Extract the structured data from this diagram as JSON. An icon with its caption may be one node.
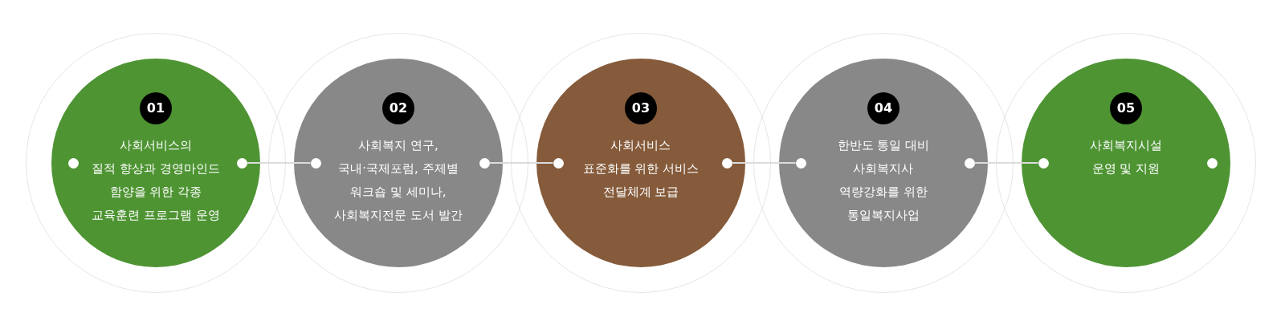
{
  "diagram": {
    "nodes": [
      {
        "text": [],
        "shape": "circle"
      },
      {
        "text": [
          "01",
          "사회서비스의 질적 향상과 경영마인드 함양을 위한 각종 교육훈련 프로그램 운영"
        ],
        "in": 0
      },
      {
        "text": [],
        "shape": "circle",
        "in": 1
      },
      {
        "text": [],
        "shape": "circle",
        "in": 1
      },
      {
        "text": [],
        "shape": "circle"
      },
      {
        "text": [
          "02",
          "사회복지 연구, 국내·국제포럼, 주제별 워크숍 및 세미나, 사회복지전문 도서 발간"
        ],
        "in": 4
      },
      {
        "text": [],
        "shape": "circle",
        "in": 5
      },
      {
        "text": [],
        "shape": "circle",
        "in": 5
      },
      {
        "text": [],
        "shape": "circle"
      },
      {
        "text": [
          "03",
          "사회서비스 표준화를 위한 서비스 전달체계 보급"
        ],
        "in": 8
      },
      {
        "text": [],
        "shape": "circle",
        "in": 9
      },
      {
        "text": [],
        "shape": "circle",
        "in": 9
      },
      {
        "text": [],
        "shape": "circle"
      },
      {
        "text": [
          "04",
          "한반도 통일 대비 사회복지사 역량강화를 위한 통일복지사업"
        ],
        "in": 12
      },
      {
        "text": [],
        "shape": "circle",
        "in": 13
      },
      {
        "text": [],
        "shape": "circle",
        "in": 13
      },
      {
        "text": [],
        "shape": "circle"
      },
      {
        "text": [
          "05",
          "사회복지시설 운영 및 지원"
        ],
        "in": 16
      },
      {
        "text": [],
        "shape": "circle",
        "in": 17
      },
      {
        "text": [],
        "shape": "circle",
        "in": 17
      }
    ],
    "edges": [
      {
        "from": 3,
        "to": 6,
        "arrow": "none"
      },
      {
        "from": 7,
        "to": 10,
        "arrow": "none"
      },
      {
        "from": 11,
        "to": 14,
        "arrow": "none"
      },
      {
        "from": 15,
        "to": 18,
        "arrow": "none"
      }
    ]
  }
}
